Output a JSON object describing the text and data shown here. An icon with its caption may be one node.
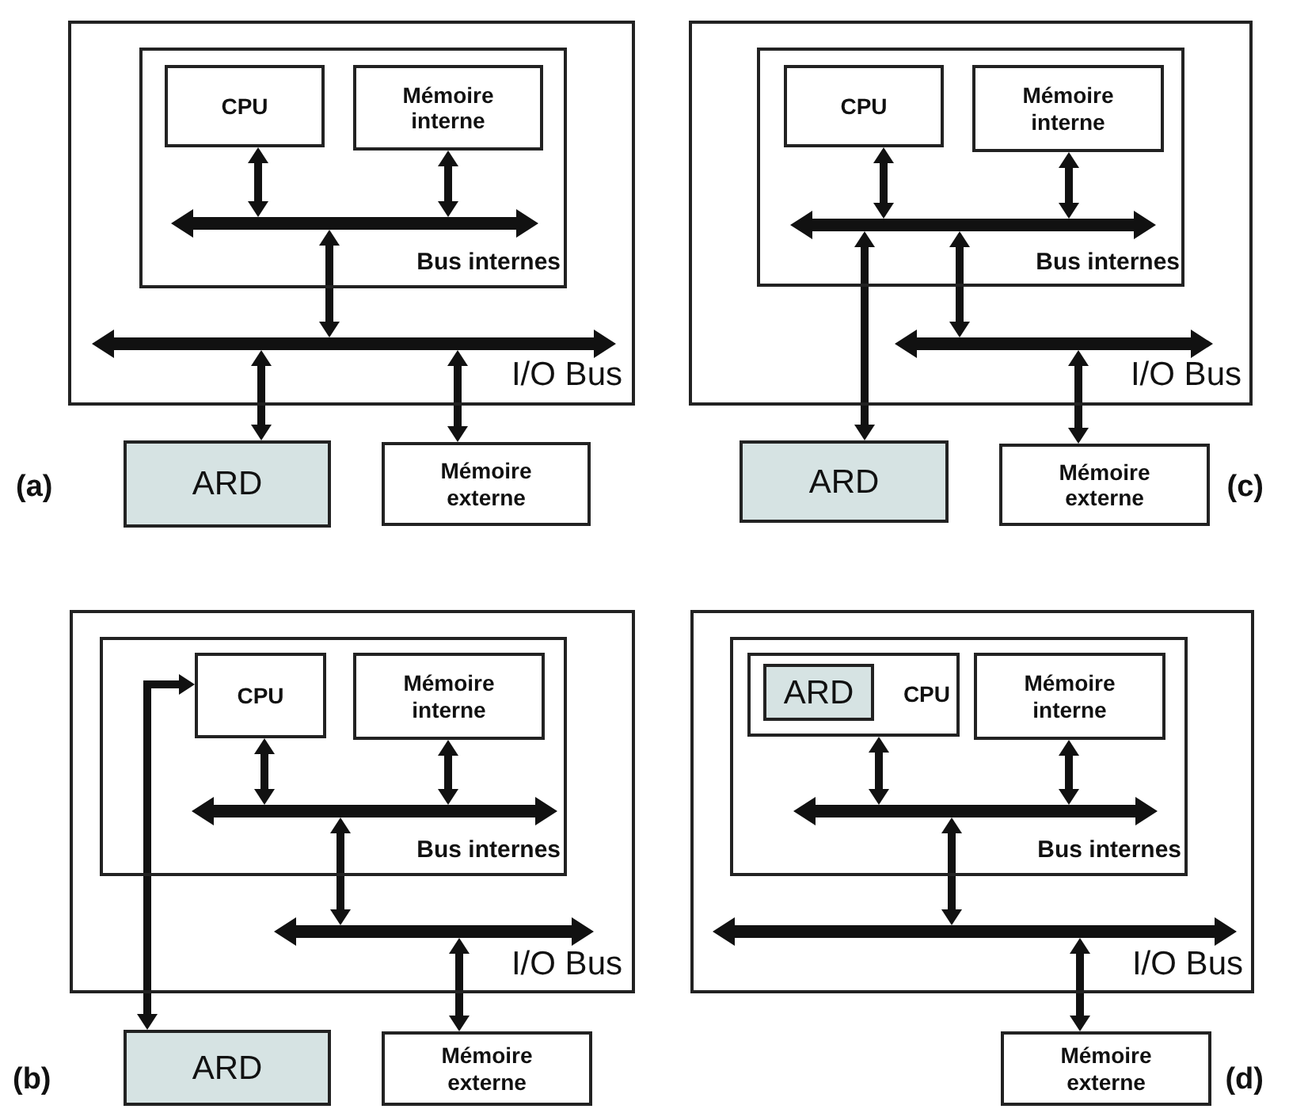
{
  "diagram": {
    "nodes": [
      {
        "text": [],
        "shape": "box"
      },
      {
        "text": [],
        "shape": "box",
        "in": 0
      },
      {
        "text": [
          "CPU"
        ],
        "in": 1
      },
      {
        "text": [
          "Mémoire interne"
        ],
        "in": 1
      },
      {
        "text": [],
        "shape": "bar",
        "in": 1,
        "beside": [
          "Bus internes"
        ]
      },
      {
        "text": [],
        "shape": "bar",
        "in": 0,
        "beside": [
          "I/O Bus"
        ]
      },
      {
        "text": [
          "ARD"
        ]
      },
      {
        "text": [
          "Mémoire externe"
        ]
      },
      {
        "text": [],
        "shape": "box"
      },
      {
        "text": [],
        "shape": "box",
        "in": 8
      },
      {
        "text": [
          "CPU"
        ],
        "in": 9
      },
      {
        "text": [
          "Mémoire interne"
        ],
        "in": 9
      },
      {
        "text": [],
        "shape": "bar",
        "in": 9,
        "beside": [
          "Bus internes"
        ]
      },
      {
        "text": [],
        "shape": "bar",
        "in": 8,
        "beside": [
          "I/O Bus"
        ]
      },
      {
        "text": [
          "ARD"
        ]
      },
      {
        "text": [
          "Mémoire externe"
        ]
      },
      {
        "text": [],
        "shape": "box"
      },
      {
        "text": [],
        "shape": "box",
        "in": 16
      },
      {
        "text": [
          "CPU"
        ],
        "in": 17
      },
      {
        "text": [
          "Mémoire interne"
        ],
        "in": 17
      },
      {
        "text": [],
        "shape": "bar",
        "in": 17,
        "beside": [
          "Bus internes"
        ]
      },
      {
        "text": [],
        "shape": "bar",
        "in": 16,
        "beside": [
          "I/O Bus"
        ]
      },
      {
        "text": [
          "ARD"
        ]
      },
      {
        "text": [
          "Mémoire externe"
        ]
      },
      {
        "text": [],
        "shape": "box"
      },
      {
        "text": [],
        "shape": "box",
        "in": 24
      },
      {
        "text": [
          "CPU"
        ],
        "in": 25
      },
      {
        "text": [
          "ARD"
        ],
        "in": 26
      },
      {
        "text": [
          "Mémoire interne"
        ],
        "in": 25
      },
      {
        "text": [],
        "shape": "bar",
        "in": 25,
        "beside": [
          "Bus internes"
        ]
      },
      {
        "text": [],
        "shape": "bar",
        "in": 24,
        "beside": [
          "I/O Bus"
        ]
      },
      {
        "text": [
          "Mémoire externe"
        ]
      }
    ],
    "edges": [
      {
        "from": 2,
        "to": 4,
        "arrow": "both"
      },
      {
        "from": 3,
        "to": 4,
        "arrow": "both"
      },
      {
        "from": 4,
        "to": 5,
        "arrow": "both"
      },
      {
        "from": 5,
        "to": 6,
        "arrow": "both"
      },
      {
        "from": 5,
        "to": 7,
        "arrow": "both"
      },
      {
        "from": 10,
        "to": 12,
        "arrow": "both"
      },
      {
        "from": 11,
        "to": 12,
        "arrow": "both"
      },
      {
        "from": 12,
        "to": 14,
        "arrow": "both"
      },
      {
        "from": 12,
        "to": 13,
        "arrow": "both"
      },
      {
        "from": 13,
        "to": 15,
        "arrow": "both"
      },
      {
        "from": 22,
        "to": 18,
        "arrow": "both"
      },
      {
        "from": 18,
        "to": 20,
        "arrow": "both"
      },
      {
        "from": 19,
        "to": 20,
        "arrow": "both"
      },
      {
        "from": 20,
        "to": 21,
        "arrow": "both"
      },
      {
        "from": 21,
        "to": 23,
        "arrow": "both"
      },
      {
        "from": 26,
        "to": 29,
        "arrow": "both"
      },
      {
        "from": 28,
        "to": 29,
        "arrow": "both"
      },
      {
        "from": 29,
        "to": 30,
        "arrow": "both"
      },
      {
        "from": 30,
        "to": 31,
        "arrow": "both"
      }
    ],
    "labels": [
      "(a)",
      "(c)",
      "(b)",
      "(d)"
    ]
  }
}
